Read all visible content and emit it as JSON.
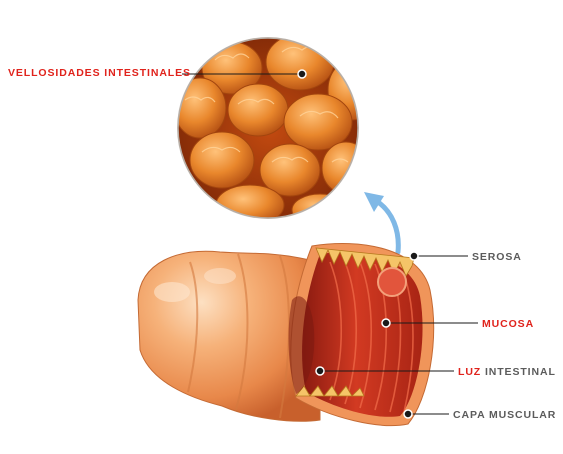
{
  "labels": {
    "villi": "VELLOSIDADES INTESTINALES",
    "serosa": "SEROSA",
    "mucosa": "MUCOSA",
    "luz_prefix": "LUZ",
    "luz_suffix": " INTESTINAL",
    "capa_muscular": "CAPA MUSCULAR"
  },
  "colors": {
    "accent_red": "#e0231c",
    "label_gray": "#5b5b5b",
    "leader_line": "#1a1a1a",
    "intestine_outer": "#f2a36a",
    "intestine_dark": "#c8602c",
    "mucosa": "#c8301e",
    "villi": "#e37a1e",
    "arrow_blue": "#7fb8e6"
  },
  "icons": {
    "magnify_arrow": "curved-arrow-up-icon"
  }
}
